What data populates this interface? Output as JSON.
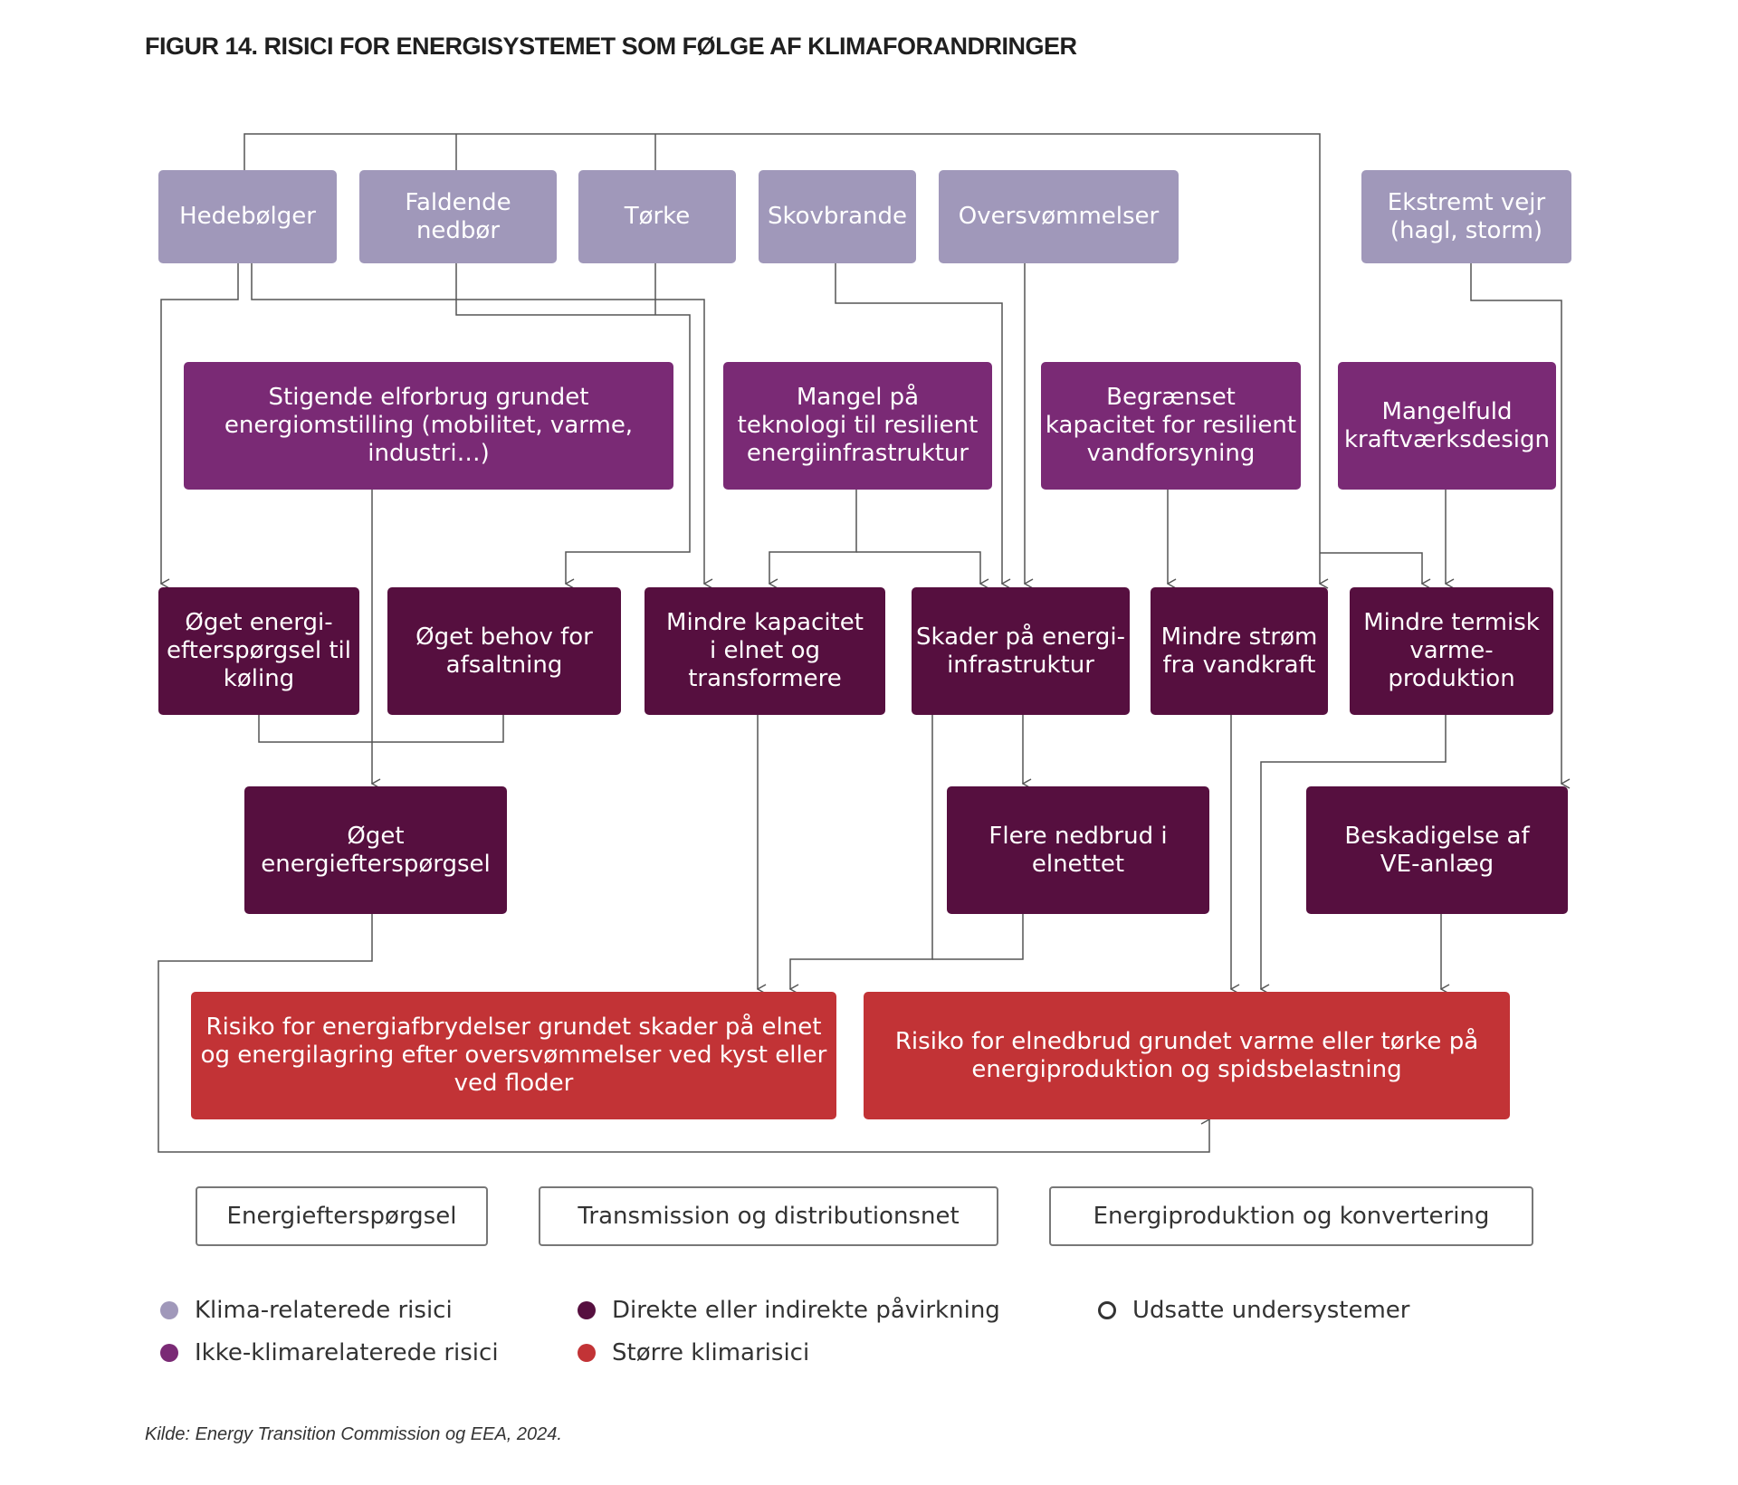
{
  "title": "FIGUR 14. RISICI FOR ENERGISYSTEMET SOM FØLGE AF KLIMAFORANDRINGER",
  "colors": {
    "climate": "#a098ba",
    "non_climate": "#7a2a75",
    "direct": "#560f3f",
    "major": "#c23336",
    "line": "#555555"
  },
  "nodes": {
    "hedebolger": "Hedebølger",
    "faldende_nedbor": "Faldende\nnedbør",
    "torke": "Tørke",
    "skovbrande": "Skovbrande",
    "oversvommelser": "Oversvømmelser",
    "ekstremt_vejr": "Ekstremt vejr\n(hagl, storm)",
    "stigende_elforbrug": "Stigende elforbrug grundet\nenergiomstilling (mobilitet, varme,\nindustri…)",
    "mangel_teknologi": "Mangel på\nteknologi til resilient\nenergiinfrastruktur",
    "begraenset_kapacitet": "Begrænset\nkapacitet for resilient\nvandforsyning",
    "mangelfuld_design": "Mangelfuld\nkraftværksdesign",
    "oget_koling": "Øget energi-\nefterspørgsel til\nkøling",
    "oget_afsaltning": "Øget behov for\nafsaltning",
    "mindre_kapacitet": "Mindre kapacitet\ni elnet og\ntransformere",
    "skader_infra": "Skader på energi-\ninfrastruktur",
    "mindre_vandkraft": "Mindre strøm\nfra vandkraft",
    "mindre_termisk": "Mindre termisk\nvarme-\nproduktion",
    "oget_efterspoergsel": "Øget\nenergiefterspørgsel",
    "flere_nedbrud": "Flere nedbrud i\nelnettet",
    "beskadigelse_ve": "Beskadigelse af\nVE-anlæg",
    "risiko_afbrydelser": "Risiko for energiafbrydelser grundet skader på elnet\nog energilagring efter oversvømmelser ved kyst eller\nved floder",
    "risiko_elnedbrud": "Risiko for elnedbrud grundet varme eller tørke på\nenergiproduktion og spidsbelastning"
  },
  "subsystems": [
    "Energiefterspørgsel",
    "Transmission og distributionsnet",
    "Energiproduktion og konvertering"
  ],
  "legend": [
    {
      "label": "Klima-relaterede risici",
      "color": "#a098ba",
      "kind": "filled"
    },
    {
      "label": "Ikke-klimarelaterede risici",
      "color": "#7a2a75",
      "kind": "filled"
    },
    {
      "label": "Direkte eller indirekte påvirkning",
      "color": "#560f3f",
      "kind": "filled"
    },
    {
      "label": "Større klimarisici",
      "color": "#c23336",
      "kind": "filled"
    },
    {
      "label": "Udsatte undersystemer",
      "color": "#333333",
      "kind": "outline"
    }
  ],
  "source": "Kilde: Energy Transition Commission og EEA, 2024."
}
